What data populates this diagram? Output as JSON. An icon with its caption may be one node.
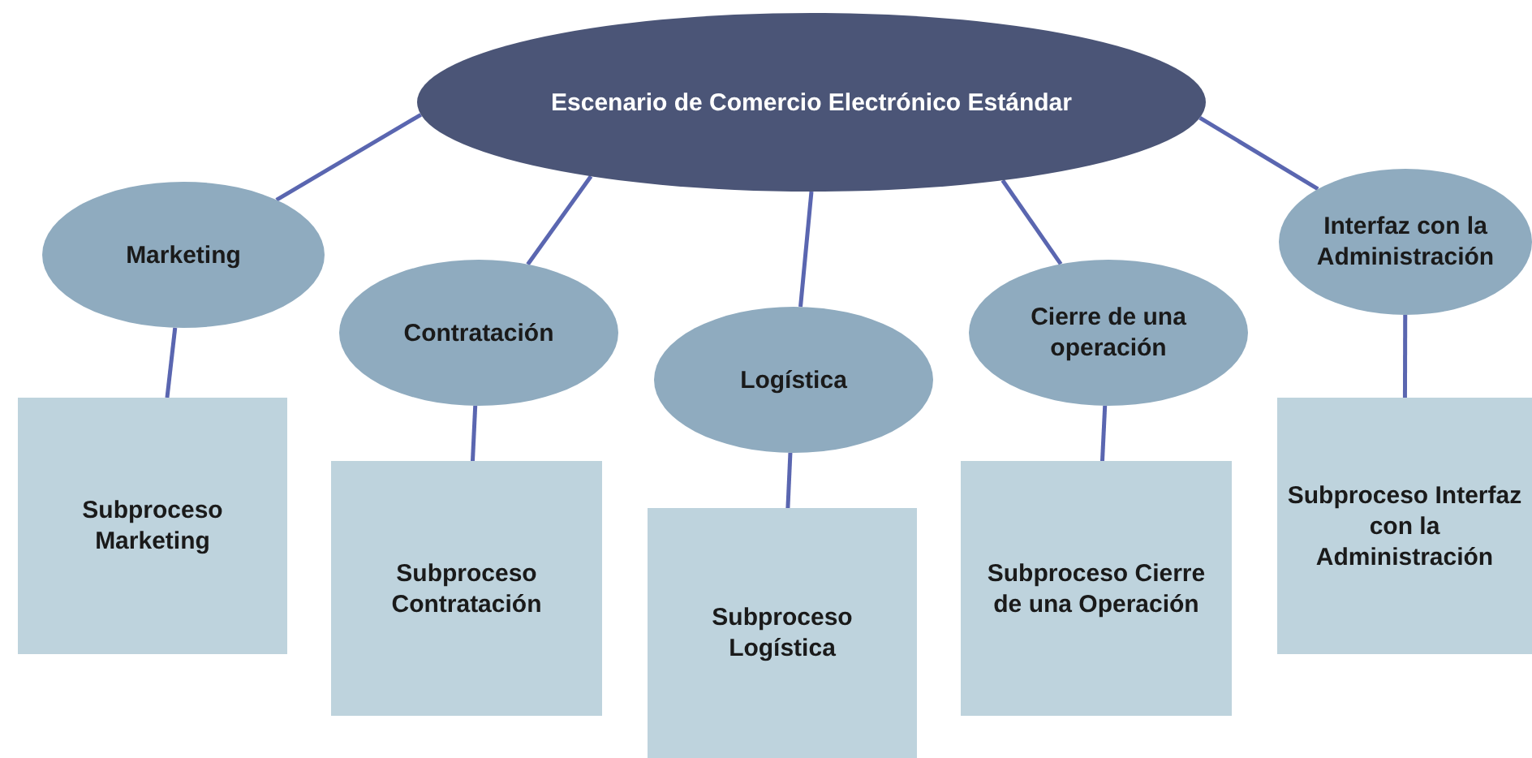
{
  "diagram": {
    "nodes": [
      {
        "text": [
          "Escenario de Comercio Electrónico Estándar"
        ]
      },
      {
        "text": [
          "Marketing"
        ]
      },
      {
        "text": [
          "Contratación"
        ]
      },
      {
        "text": [
          "Logística"
        ]
      },
      {
        "text": [
          "Cierre de una operación"
        ]
      },
      {
        "text": [
          "Interfaz con la Administración"
        ]
      },
      {
        "text": [
          "Subproceso Marketing"
        ]
      },
      {
        "text": [
          "Subproceso Contratación"
        ]
      },
      {
        "text": [
          "Subproceso Logística"
        ]
      },
      {
        "text": [
          "Subproceso Cierre de una Operación"
        ]
      },
      {
        "text": [
          "Subproceso Interfaz con la Administración"
        ]
      }
    ],
    "edges": [
      {
        "from": 0,
        "to": 1,
        "arrow": "none"
      },
      {
        "from": 0,
        "to": 2,
        "arrow": "none"
      },
      {
        "from": 0,
        "to": 3,
        "arrow": "none"
      },
      {
        "from": 0,
        "to": 4,
        "arrow": "none"
      },
      {
        "from": 0,
        "to": 5,
        "arrow": "none"
      },
      {
        "from": 1,
        "to": 6,
        "arrow": "none"
      },
      {
        "from": 2,
        "to": 7,
        "arrow": "none"
      },
      {
        "from": 3,
        "to": 8,
        "arrow": "none"
      },
      {
        "from": 4,
        "to": 9,
        "arrow": "none"
      },
      {
        "from": 5,
        "to": 10,
        "arrow": "none"
      }
    ]
  }
}
